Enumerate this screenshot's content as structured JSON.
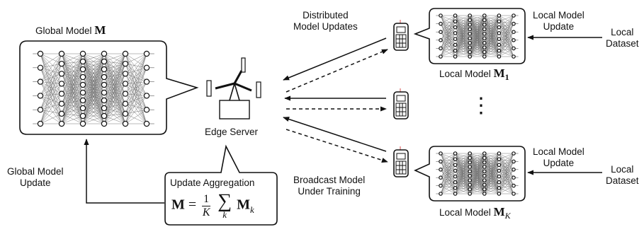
{
  "global_model": {
    "label_text": "Global Model",
    "label_symbol": "M"
  },
  "edge_server": {
    "label": "Edge Server"
  },
  "aggregation": {
    "title": "Update Aggregation",
    "formula_lhs": "M",
    "formula_eq": "=",
    "formula_num": "1",
    "formula_den": "K",
    "formula_sum_sigma": "∑",
    "formula_sum_index": "k",
    "formula_term": "M",
    "formula_term_sub": "k"
  },
  "flows": {
    "global_update": [
      "Global Model",
      "Update"
    ],
    "distributed_updates": [
      "Distributed",
      "Model Updates"
    ],
    "broadcast": [
      "Broadcast Model",
      "Under Training"
    ]
  },
  "devices": [
    {
      "model_label": "Local Model",
      "model_symbol": "M",
      "model_sub": "1",
      "update_label": [
        "Local Model",
        "Update"
      ],
      "dataset_label": [
        "Local",
        "Dataset"
      ]
    },
    {
      "ellipsis": "⋮"
    },
    {
      "model_label": "Local Model",
      "model_symbol": "M",
      "model_sub": "K",
      "update_label": [
        "Local Model",
        "Update"
      ],
      "dataset_label": [
        "Local",
        "Dataset"
      ]
    }
  ]
}
